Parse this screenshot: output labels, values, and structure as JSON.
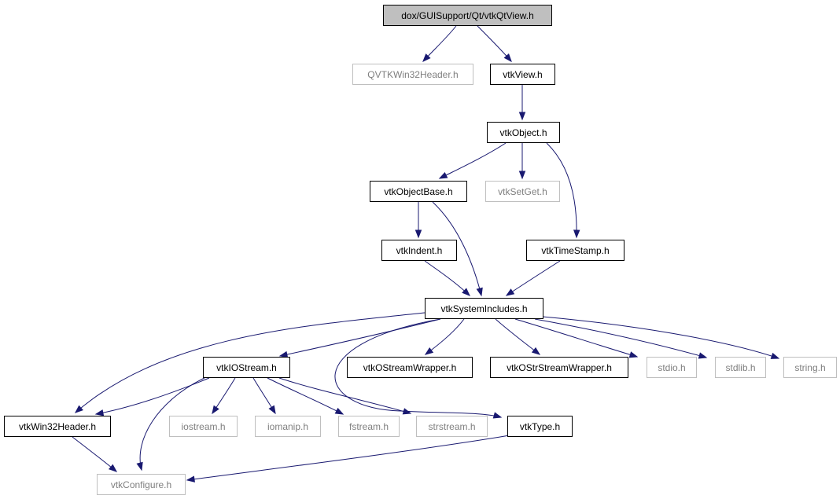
{
  "colors": {
    "edge": "#191970",
    "root_fill": "#bfbfbf",
    "node_border": "#000000",
    "external_border": "#bfbfbf",
    "external_text": "#7f7f7f",
    "text": "#000000",
    "background": "#ffffff"
  },
  "nodes": [
    {
      "id": "root",
      "label": "dox/GUISupport/Qt/vtkQtView.h",
      "kind": "root"
    },
    {
      "id": "qvtkwin32",
      "label": "QVTKWin32Header.h",
      "kind": "external"
    },
    {
      "id": "vtkview",
      "label": "vtkView.h",
      "kind": "documented"
    },
    {
      "id": "vtkobject",
      "label": "vtkObject.h",
      "kind": "documented"
    },
    {
      "id": "vtkobjectbase",
      "label": "vtkObjectBase.h",
      "kind": "documented"
    },
    {
      "id": "vtksetget",
      "label": "vtkSetGet.h",
      "kind": "external"
    },
    {
      "id": "vtktimestamp",
      "label": "vtkTimeStamp.h",
      "kind": "documented"
    },
    {
      "id": "vtkindent",
      "label": "vtkIndent.h",
      "kind": "documented"
    },
    {
      "id": "vtksysinc",
      "label": "vtkSystemIncludes.h",
      "kind": "documented"
    },
    {
      "id": "vtkiostream",
      "label": "vtkIOStream.h",
      "kind": "documented"
    },
    {
      "id": "vtkostreamwrapper",
      "label": "vtkOStreamWrapper.h",
      "kind": "documented"
    },
    {
      "id": "vtkostrstreamwrapper",
      "label": "vtkOStrStreamWrapper.h",
      "kind": "documented"
    },
    {
      "id": "stdio",
      "label": "stdio.h",
      "kind": "external"
    },
    {
      "id": "stdlib",
      "label": "stdlib.h",
      "kind": "external"
    },
    {
      "id": "string",
      "label": "string.h",
      "kind": "external"
    },
    {
      "id": "vtkwin32header",
      "label": "vtkWin32Header.h",
      "kind": "documented"
    },
    {
      "id": "iostream",
      "label": "iostream.h",
      "kind": "external"
    },
    {
      "id": "iomanip",
      "label": "iomanip.h",
      "kind": "external"
    },
    {
      "id": "fstream",
      "label": "fstream.h",
      "kind": "external"
    },
    {
      "id": "strstream",
      "label": "strstream.h",
      "kind": "external"
    },
    {
      "id": "vtktype",
      "label": "vtkType.h",
      "kind": "documented"
    },
    {
      "id": "vtkconfigure",
      "label": "vtkConfigure.h",
      "kind": "external"
    }
  ],
  "edges": [
    {
      "from": "root",
      "to": "qvtkwin32"
    },
    {
      "from": "root",
      "to": "vtkview"
    },
    {
      "from": "vtkview",
      "to": "vtkobject"
    },
    {
      "from": "vtkobject",
      "to": "vtkobjectbase"
    },
    {
      "from": "vtkobject",
      "to": "vtksetget"
    },
    {
      "from": "vtkobject",
      "to": "vtktimestamp"
    },
    {
      "from": "vtkobjectbase",
      "to": "vtkindent"
    },
    {
      "from": "vtkobjectbase",
      "to": "vtksysinc"
    },
    {
      "from": "vtkindent",
      "to": "vtksysinc"
    },
    {
      "from": "vtktimestamp",
      "to": "vtksysinc"
    },
    {
      "from": "vtksysinc",
      "to": "vtkiostream"
    },
    {
      "from": "vtksysinc",
      "to": "vtkostreamwrapper"
    },
    {
      "from": "vtksysinc",
      "to": "vtkostrstreamwrapper"
    },
    {
      "from": "vtksysinc",
      "to": "stdio"
    },
    {
      "from": "vtksysinc",
      "to": "stdlib"
    },
    {
      "from": "vtksysinc",
      "to": "string"
    },
    {
      "from": "vtksysinc",
      "to": "vtkwin32header"
    },
    {
      "from": "vtksysinc",
      "to": "vtktype"
    },
    {
      "from": "vtkiostream",
      "to": "vtkwin32header"
    },
    {
      "from": "vtkiostream",
      "to": "vtkconfigure"
    },
    {
      "from": "vtkiostream",
      "to": "iostream"
    },
    {
      "from": "vtkiostream",
      "to": "iomanip"
    },
    {
      "from": "vtkiostream",
      "to": "fstream"
    },
    {
      "from": "vtkiostream",
      "to": "strstream"
    },
    {
      "from": "vtkwin32header",
      "to": "vtkconfigure"
    },
    {
      "from": "vtktype",
      "to": "vtkconfigure"
    }
  ]
}
